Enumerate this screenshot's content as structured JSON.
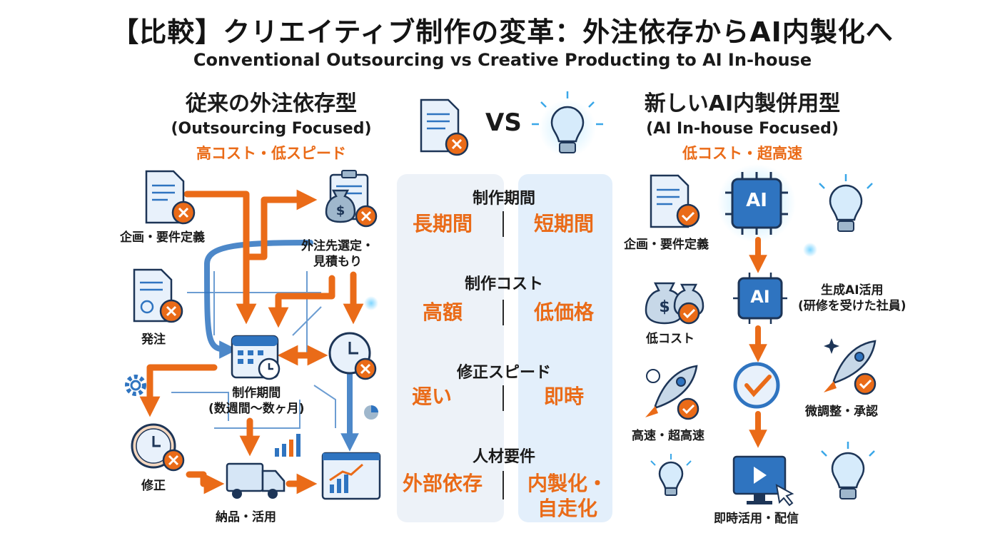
{
  "header": {
    "title": "【比較】クリエイティブ制作の変革：外注依存からAI内製化へ",
    "subtitle": "Conventional Outsourcing vs Creative Producting to AI In-house"
  },
  "left": {
    "title": "従来の外注依存型",
    "subtitle": "(Outsourcing Focused)",
    "tagline": "高コスト・低スピード",
    "nodes": {
      "planning": "企画・要件定義",
      "vendor_line1": "外注先選定・",
      "vendor_line2": "見積もり",
      "order": "発注",
      "period_line1": "制作期間",
      "period_line2": "(数週間〜数ヶ月)",
      "revision": "修正",
      "delivery": "納品・活用"
    }
  },
  "vs": "VS",
  "comparison": [
    {
      "label": "制作期間",
      "left": "長期間",
      "right": "短期間"
    },
    {
      "label": "制作コスト",
      "left": "高額",
      "right": "低価格"
    },
    {
      "label": "修正スピード",
      "left": "遅い",
      "right": "即時"
    },
    {
      "label": "人材要件",
      "left": "外部依存",
      "right": "内製化・\n自走化"
    }
  ],
  "right": {
    "title": "新しいAI内製併用型",
    "subtitle": "(AI In-house Focused)",
    "tagline": "低コスト・超高速",
    "ai_chip": "AI",
    "nodes": {
      "planning": "企画・要件定義",
      "low_cost": "低コスト",
      "gen_ai_line1": "生成AI活用",
      "gen_ai_line2": "(研修を受けた社員)",
      "speed": "高速・超高速",
      "fine_tune": "微調整・承認",
      "deploy": "即時活用・配信"
    }
  },
  "colors": {
    "accent": "#ea6b18",
    "blue": "#2f74c0",
    "light_blue": "#dcebfa",
    "panel": "#edf2f8"
  }
}
